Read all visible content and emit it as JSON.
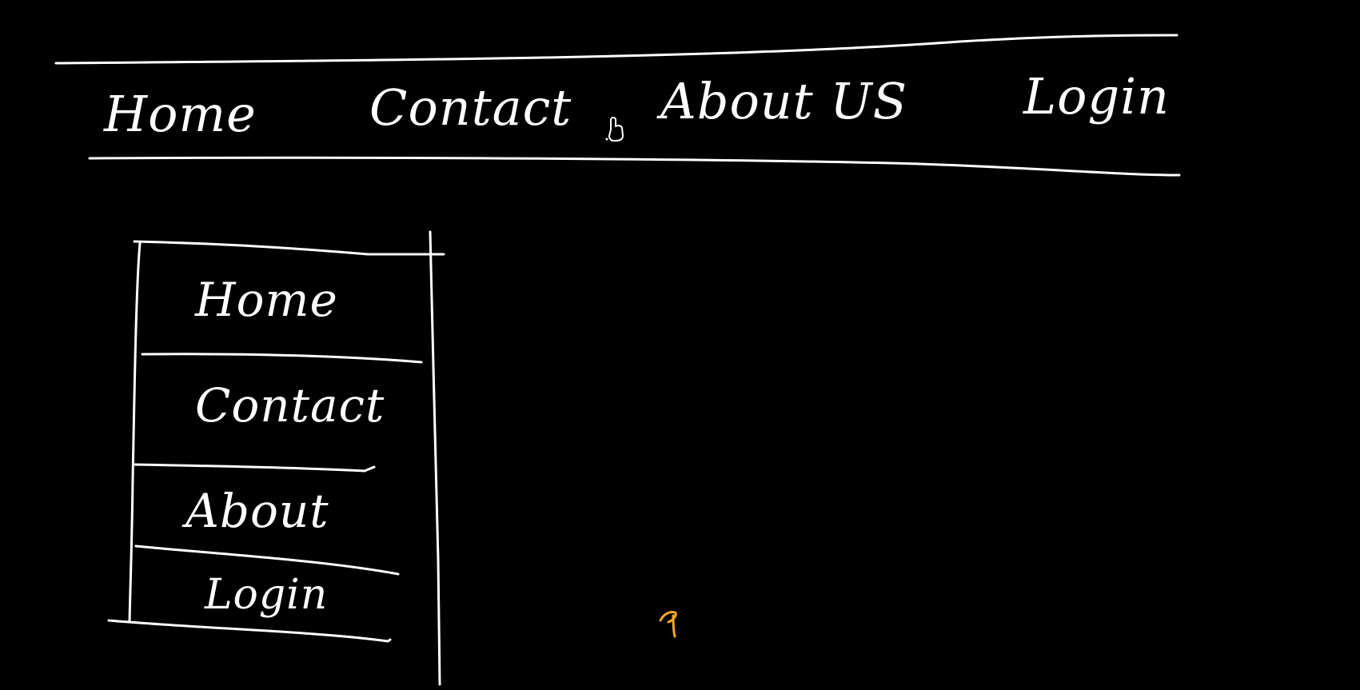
{
  "navbar": {
    "items": [
      {
        "label": "Home"
      },
      {
        "label": "Contact"
      },
      {
        "label": "About US"
      },
      {
        "label": "Login"
      }
    ]
  },
  "sidebar": {
    "items": [
      {
        "label": "Home"
      },
      {
        "label": "Contact"
      },
      {
        "label": "About"
      },
      {
        "label": "Login"
      }
    ]
  },
  "colors": {
    "background": "#000000",
    "ink": "#ffffff",
    "highlighter": "#f5a623"
  },
  "icons": {
    "cursor": "hand-pointer-icon",
    "mark": "pen-mark-icon"
  }
}
